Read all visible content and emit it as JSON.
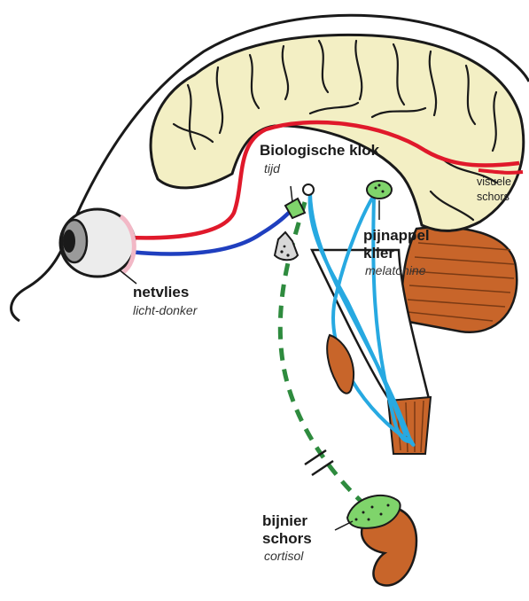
{
  "labels": {
    "clock_title": "Biologische klok",
    "clock_sub": "tijd",
    "visual_line1": "visuele",
    "visual_line2": "schors",
    "pineal_line1": "pijnappel",
    "pineal_line2": "klier",
    "pineal_sub": "melatonine",
    "retina_title": "netvlies",
    "retina_sub": "licht-donker",
    "adrenal_line1": "bijnier",
    "adrenal_line2": "schors",
    "adrenal_sub": "cortisol"
  },
  "colors": {
    "outline": "#1a1a1a",
    "brain_fill": "#f3efc4",
    "red_path": "#e0192b",
    "blue_path": "#1f3fbf",
    "cyan_path": "#27a9e1",
    "green_path": "#2e8b3e",
    "gland_green": "#7fd46b",
    "cerebellum": "#c8652a",
    "cerebellum_line": "#7a3a14",
    "eye_rim": "#f2b8c6",
    "eye_grey": "#9a9a9a"
  }
}
